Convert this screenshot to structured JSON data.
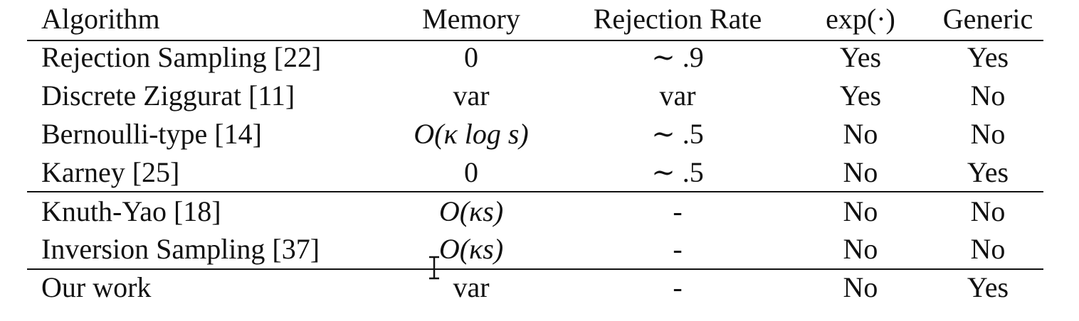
{
  "table": {
    "headers": {
      "algorithm": "Algorithm",
      "memory": "Memory",
      "rejection_rate": "Rejection Rate",
      "exp": "exp(·)",
      "generic": "Generic"
    },
    "rows": [
      {
        "algorithm": "Rejection Sampling [22]",
        "memory": "0",
        "rejection_rate": "∼ .9",
        "exp": "Yes",
        "generic": "Yes"
      },
      {
        "algorithm": "Discrete Ziggurat [11]",
        "memory": "var",
        "rejection_rate": "var",
        "exp": "Yes",
        "generic": "No"
      },
      {
        "algorithm": "Bernoulli-type [14]",
        "memory": "O(κ log s)",
        "rejection_rate": "∼ .5",
        "exp": "No",
        "generic": "No"
      },
      {
        "algorithm": "Karney [25]",
        "memory": "0",
        "rejection_rate": "∼ .5",
        "exp": "No",
        "generic": "Yes"
      },
      {
        "algorithm": "Knuth-Yao [18]",
        "memory": "O(κs)",
        "rejection_rate": "-",
        "exp": "No",
        "generic": "No"
      },
      {
        "algorithm": "Inversion Sampling [37]",
        "memory": "O(κs)",
        "rejection_rate": "-",
        "exp": "No",
        "generic": "No"
      },
      {
        "algorithm": "Our work",
        "memory": "var",
        "rejection_rate": "-",
        "exp": "No",
        "generic": "Yes"
      }
    ]
  },
  "cursor": {
    "icon": "text-cursor-icon"
  }
}
